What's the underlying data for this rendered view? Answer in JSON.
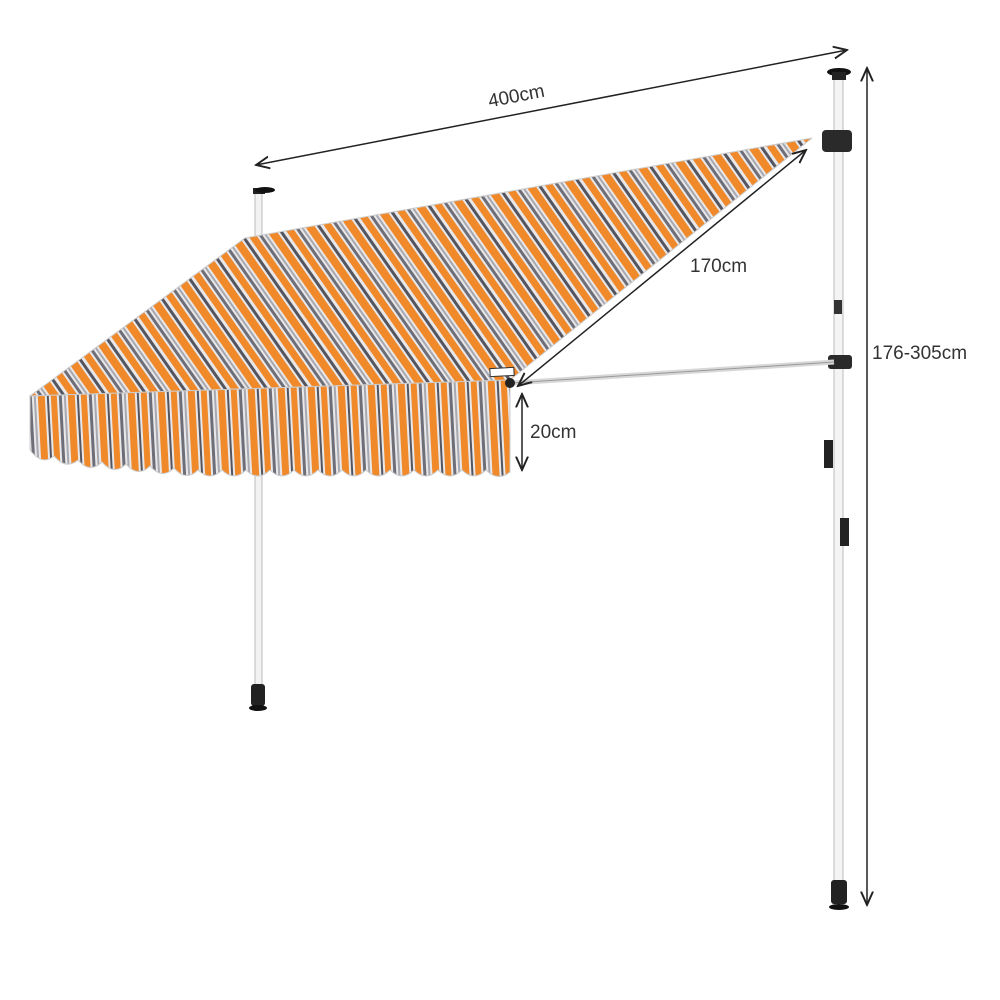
{
  "dimensions": {
    "width": "400cm",
    "depth": "170cm",
    "valance": "20cm",
    "height": "176-305cm"
  },
  "colors": {
    "stripe_orange": "#f0892a",
    "stripe_gray": "#6e6e78",
    "stripe_light": "#e8e8ea",
    "pole": "#f2f2f2",
    "line": "#222222"
  }
}
